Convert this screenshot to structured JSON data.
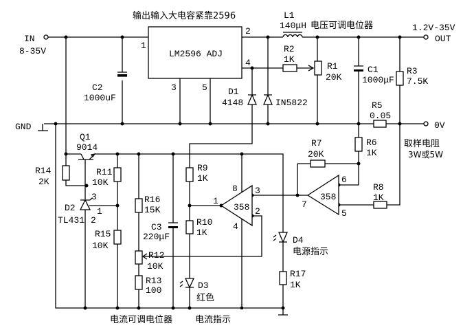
{
  "title_note": "输出输入大电容紧靠2596",
  "input": {
    "label": "IN",
    "range": "8-35V"
  },
  "output": {
    "range": "1.2V-35V",
    "label": "OUT",
    "zero_label": "0V"
  },
  "gnd": {
    "label": "GND"
  },
  "ic": {
    "name": "LM2596 ADJ",
    "pins": [
      "1",
      "2",
      "3",
      "4",
      "5"
    ]
  },
  "l1": {
    "name": "L1",
    "value": "140μH",
    "note": "电压可调电位器"
  },
  "r1": {
    "name": "R1",
    "value": "20K"
  },
  "r2": {
    "name": "R2",
    "value": "1K"
  },
  "r3": {
    "name": "R3",
    "value": "7.5K"
  },
  "r5": {
    "name": "R5",
    "value": "0.05",
    "note1": "取样电阻",
    "note2": "3W或5W"
  },
  "r6": {
    "name": "R6",
    "value": "1K"
  },
  "r7": {
    "name": "R7",
    "value": "20K"
  },
  "r8": {
    "name": "R8",
    "value": "1K"
  },
  "r9": {
    "name": "R9",
    "value": "1K"
  },
  "r10": {
    "name": "R10",
    "value": "1K"
  },
  "r11": {
    "name": "R11",
    "value": "10K"
  },
  "r12": {
    "name": "R12",
    "value": "10K"
  },
  "r13": {
    "name": "R13",
    "value": "100"
  },
  "r14": {
    "name": "R14",
    "value": "2K"
  },
  "r15": {
    "name": "R15",
    "value": "10K"
  },
  "r16": {
    "name": "R16",
    "value": "15K"
  },
  "r17": {
    "name": "R17",
    "value": "1K"
  },
  "c1": {
    "name": "C1",
    "value": "1000μF"
  },
  "c2": {
    "name": "C2",
    "value": "1000uF"
  },
  "c3": {
    "name": "C3",
    "value": "220μF"
  },
  "d1": {
    "name": "D1",
    "value": "4148"
  },
  "d5822": {
    "name": "IN5822"
  },
  "d2": {
    "name": "D2",
    "value": "TL431",
    "pins": [
      "3",
      "1",
      "2"
    ]
  },
  "d3": {
    "name": "D3",
    "note": "红色"
  },
  "d4": {
    "name": "D4",
    "note": "电源指示"
  },
  "q1": {
    "name": "Q1",
    "value": "9014"
  },
  "opamp1": {
    "name": "358",
    "pins": [
      "8",
      "3",
      "1",
      "2",
      "4"
    ]
  },
  "opamp2": {
    "name": "358",
    "pins": [
      "6",
      "7",
      "5"
    ]
  },
  "bottom_notes": {
    "current_pot": "电流可调电位器",
    "current_ind": "电流指示"
  }
}
